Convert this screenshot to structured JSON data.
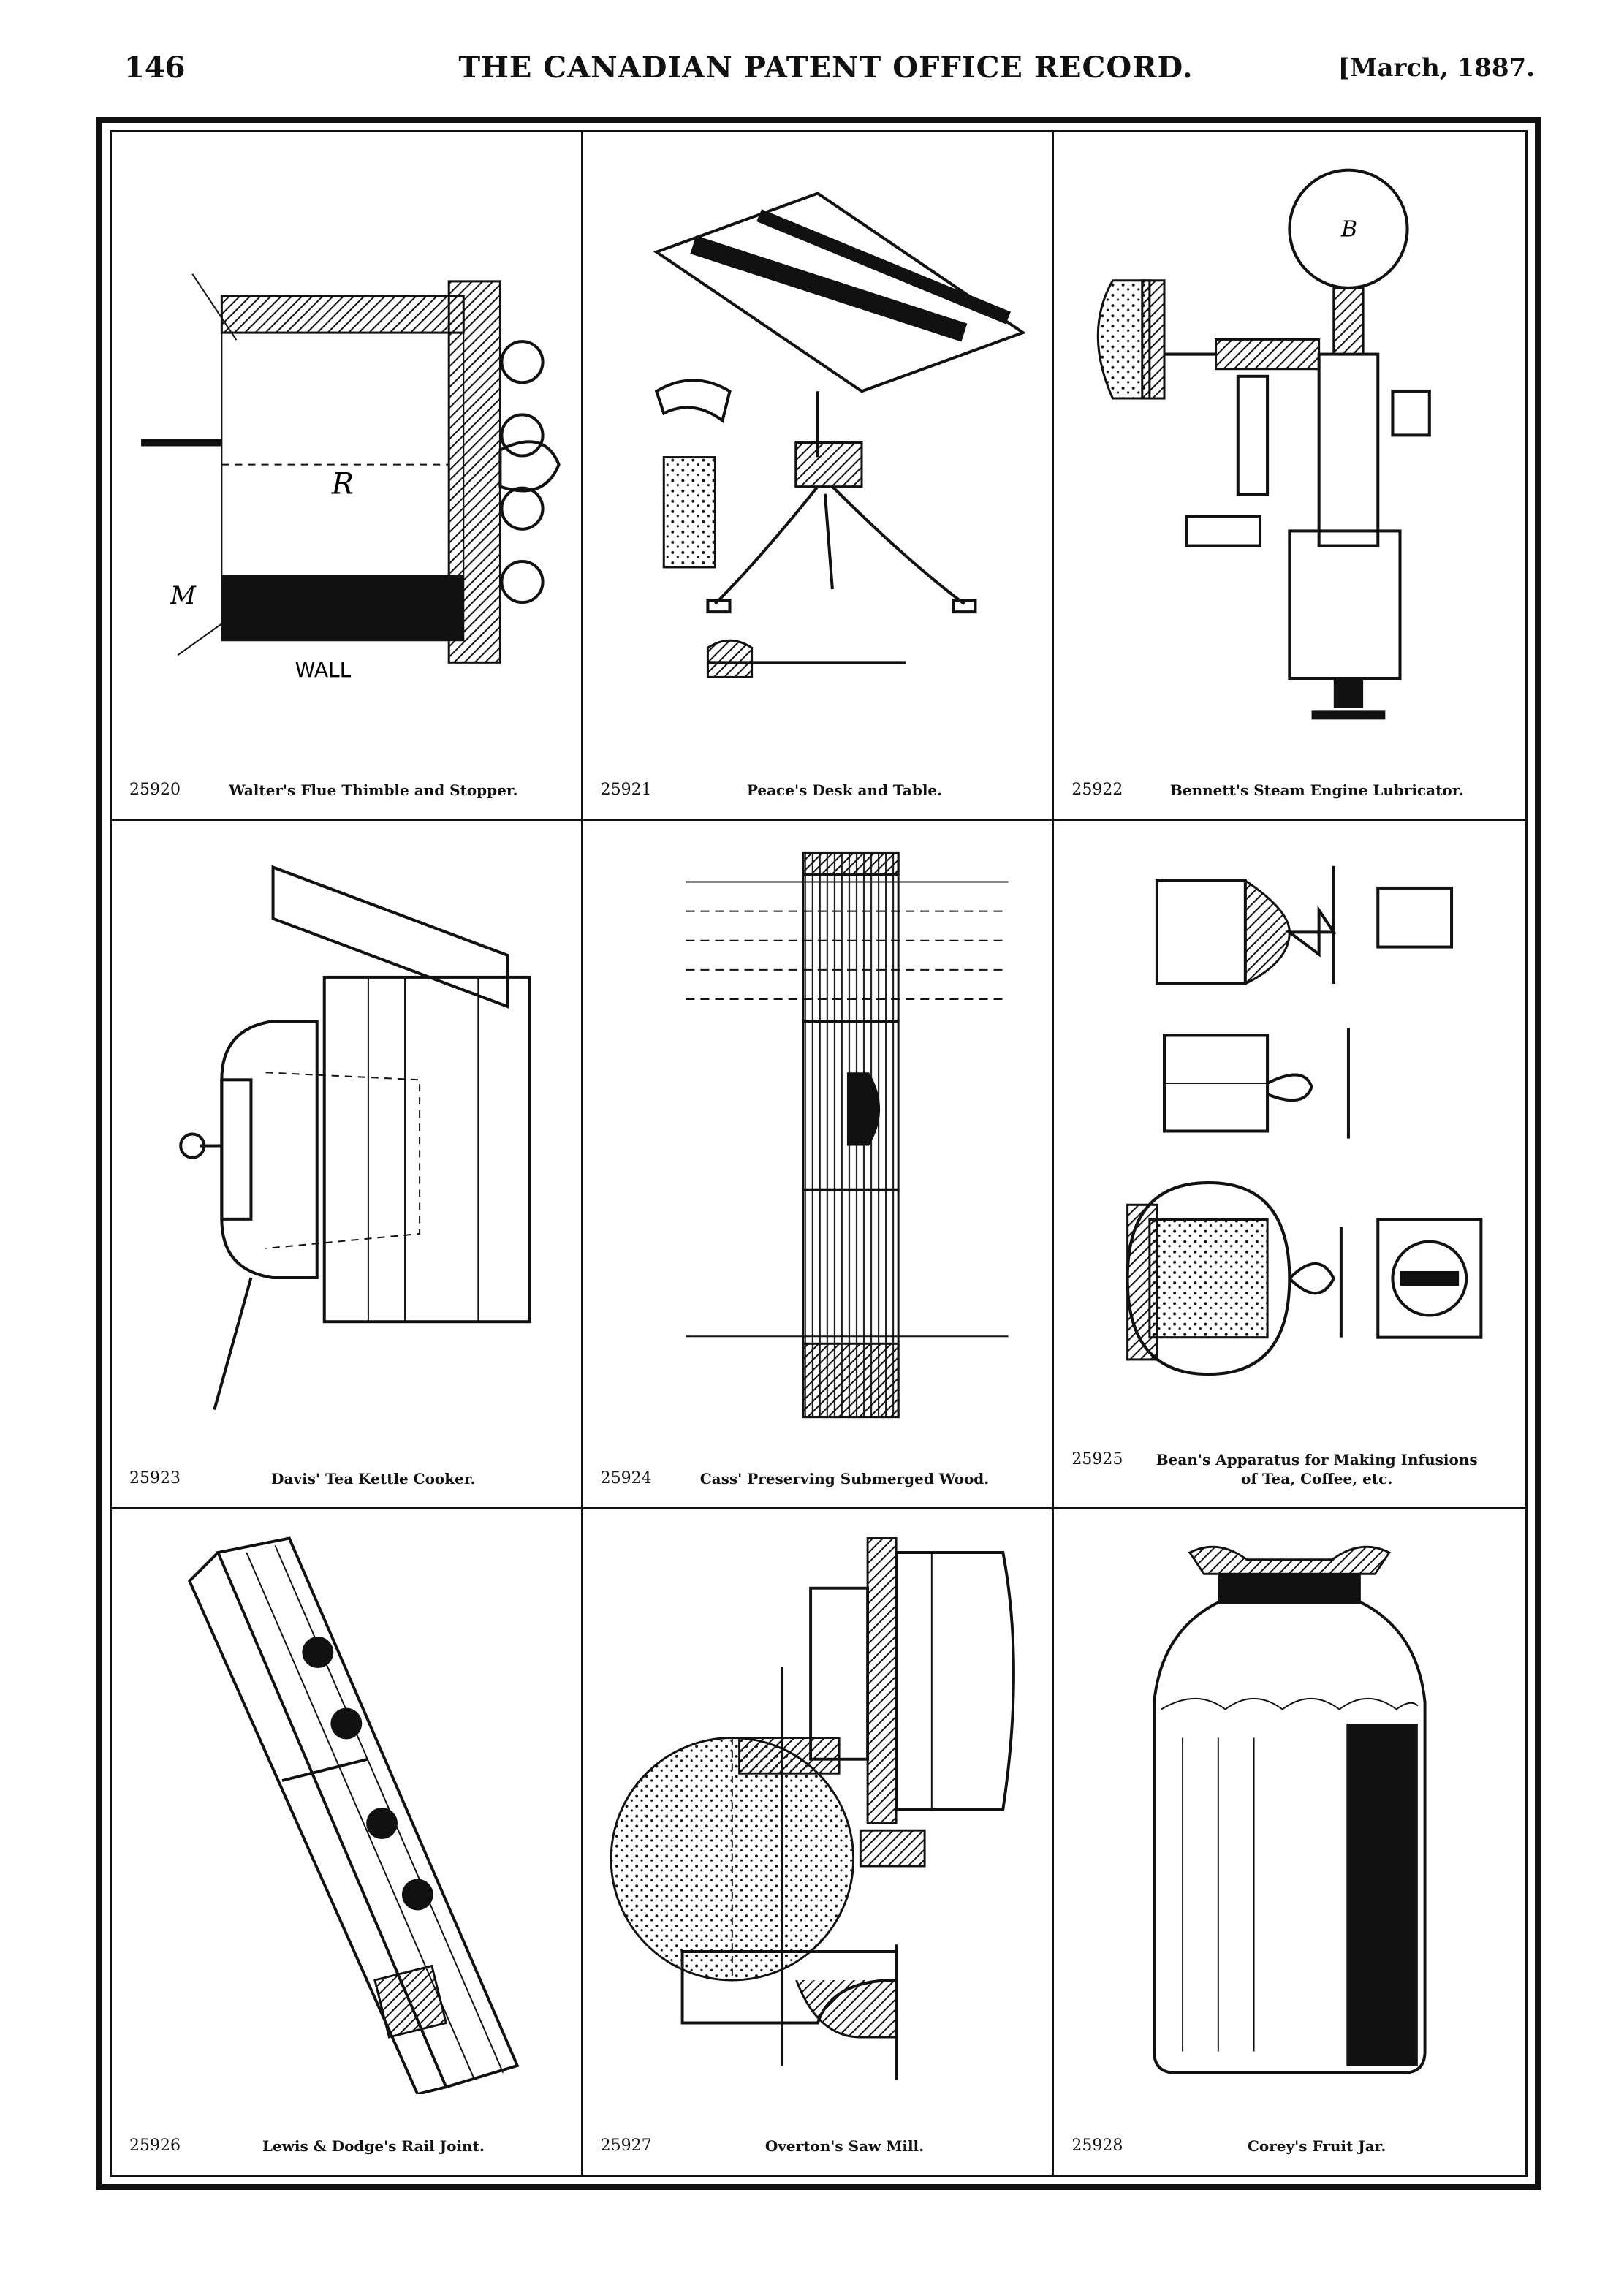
{
  "header": {
    "page_number": "146",
    "journal_title": "THE CANADIAN PATENT OFFICE RECORD.",
    "issue_date": "[March, 1887."
  },
  "patents": [
    {
      "number": "25920",
      "title": "Walter's Flue Thimble and Stopper."
    },
    {
      "number": "25921",
      "title": "Peace's Desk and Table."
    },
    {
      "number": "25922",
      "title": "Bennett's Steam Engine Lubricator."
    },
    {
      "number": "25923",
      "title": "Davis' Tea Kettle Cooker."
    },
    {
      "number": "25924",
      "title": "Cass' Preserving Submerged Wood."
    },
    {
      "number": "25925",
      "title": "Bean's Apparatus for Making Infusions of Tea, Coffee, etc."
    },
    {
      "number": "25926",
      "title": "Lewis & Dodge's Rail Joint."
    },
    {
      "number": "25927",
      "title": "Overton's Saw Mill."
    },
    {
      "number": "25928",
      "title": "Corey's Fruit Jar."
    }
  ],
  "figure_labels": {
    "wall": "WALL",
    "r": "R",
    "m": "M",
    "b": "B"
  }
}
